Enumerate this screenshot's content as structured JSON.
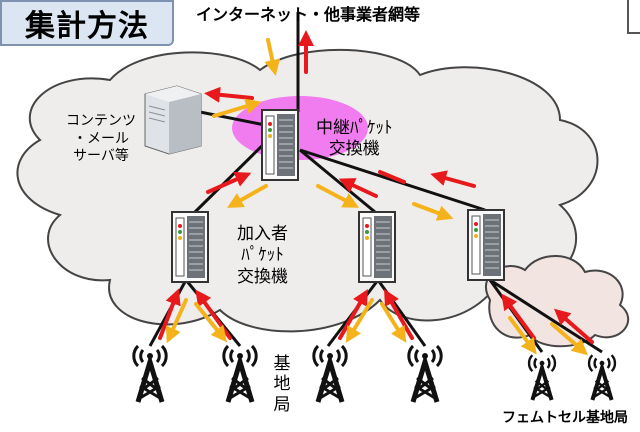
{
  "title": "集計方法",
  "labels": {
    "internet": "インターネット・他事業者網等",
    "relay_switch": [
      "中継ﾊﾟｹｯﾄ",
      "交換機"
    ],
    "content_server": [
      "コンテンツ",
      "・メール",
      "サーバ等"
    ],
    "subscriber_switch": [
      "加入者",
      "ﾊﾟｹｯﾄ",
      "交換機"
    ],
    "base_station": [
      "基",
      "地",
      "局"
    ],
    "femtocell": "フェムトセル基地局"
  },
  "colors": {
    "uplink_arrow": "#e8191c",
    "downlink_arrow": "#f5b21a",
    "relay_highlight": "#f07cf0",
    "cloud_fill": "#efedec",
    "femto_cloud_fill": "#f2e4e1",
    "title_fill": "#dce6f2"
  }
}
